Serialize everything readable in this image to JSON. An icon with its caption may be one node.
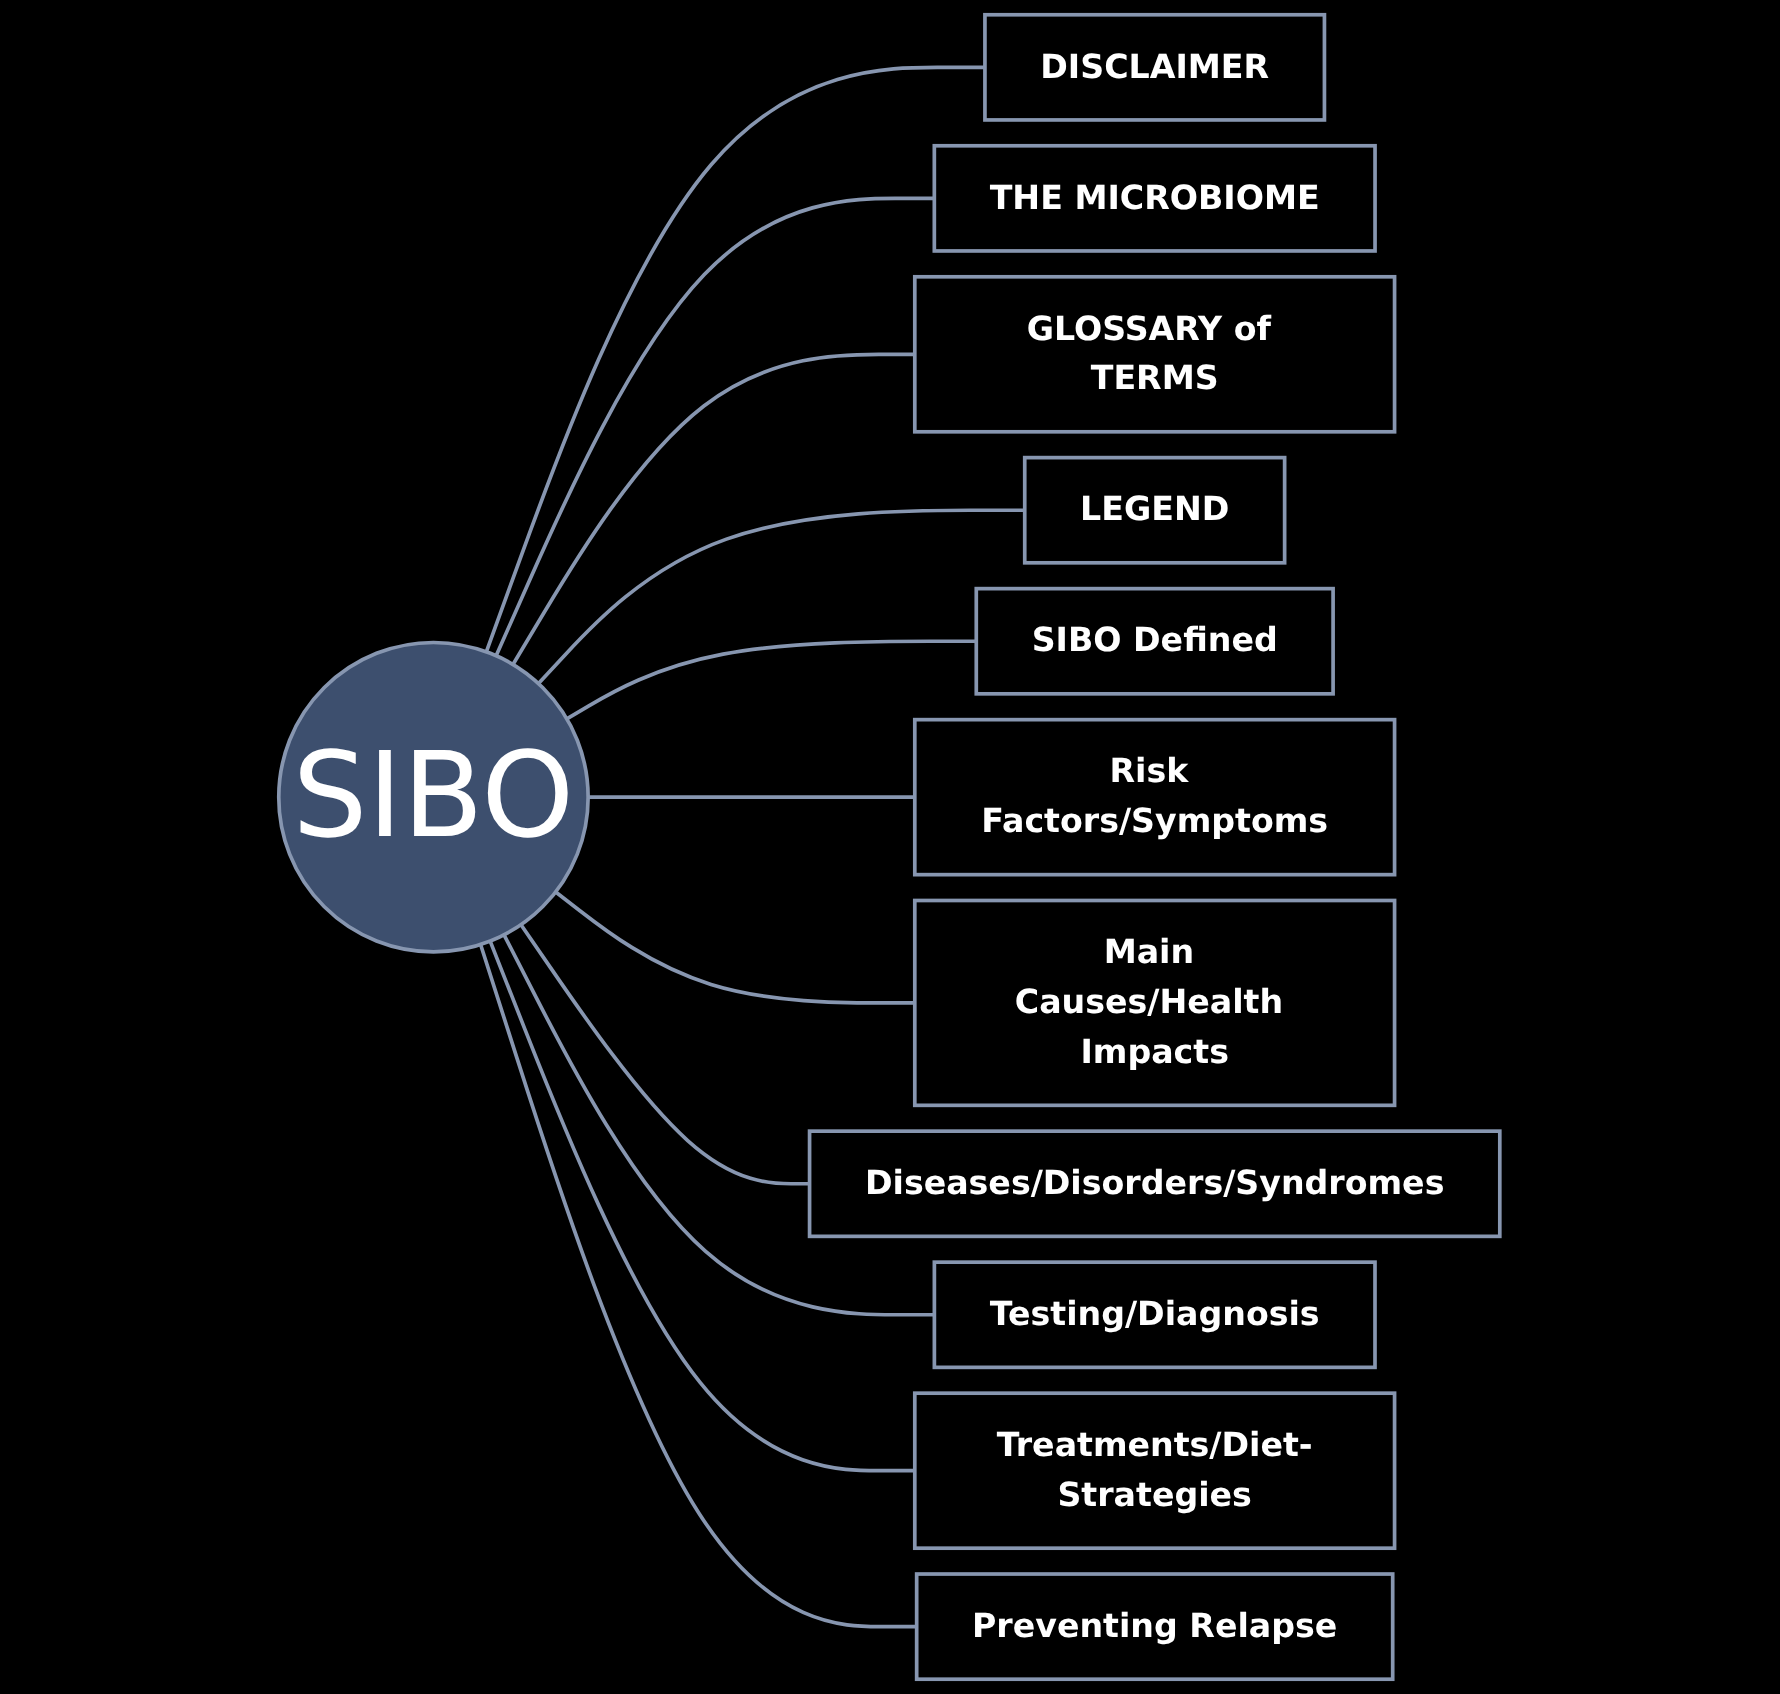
{
  "diagram": {
    "nodes": [
      {
        "text": [
          "SIBO"
        ]
      },
      {
        "text": [
          "DISCLAIMER"
        ]
      },
      {
        "text": [
          "THE MICROBIOME"
        ]
      },
      {
        "text": [
          "GLOSSARY of TERMS"
        ]
      },
      {
        "text": [
          "LEGEND"
        ]
      },
      {
        "text": [
          "SIBO Defined"
        ]
      },
      {
        "text": [
          "Risk Factors/Symptoms"
        ]
      },
      {
        "text": [
          "Main Causes/Health Impacts"
        ]
      },
      {
        "text": [
          "Diseases/Disorders/Syndromes"
        ]
      },
      {
        "text": [
          "Testing/Diagnosis"
        ]
      },
      {
        "text": [
          "Treatments/Diet-Strategies"
        ]
      },
      {
        "text": [
          "Preventing Relapse"
        ]
      }
    ],
    "edges": [
      {
        "from": 0,
        "to": 1,
        "arrow": "none"
      },
      {
        "from": 0,
        "to": 2,
        "arrow": "none"
      },
      {
        "from": 0,
        "to": 3,
        "arrow": "none"
      },
      {
        "from": 0,
        "to": 4,
        "arrow": "none"
      },
      {
        "from": 0,
        "to": 5,
        "arrow": "none"
      },
      {
        "from": 0,
        "to": 6,
        "arrow": "none"
      },
      {
        "from": 0,
        "to": 7,
        "arrow": "none"
      },
      {
        "from": 0,
        "to": 8,
        "arrow": "none"
      },
      {
        "from": 0,
        "to": 9,
        "arrow": "none"
      },
      {
        "from": 0,
        "to": 10,
        "arrow": "none"
      },
      {
        "from": 0,
        "to": 11,
        "arrow": "none"
      }
    ]
  }
}
